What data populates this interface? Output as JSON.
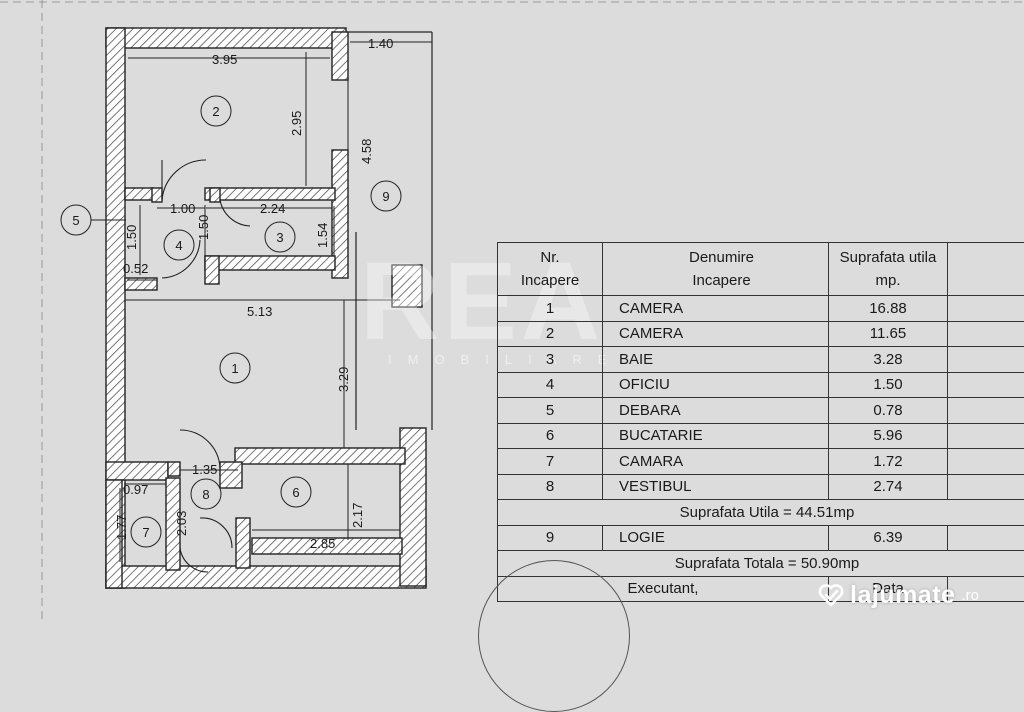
{
  "rooms": {
    "r1": "1",
    "r2": "2",
    "r3": "3",
    "r4": "4",
    "r5": "5",
    "r6": "6",
    "r7": "7",
    "r8": "8",
    "r9": "9"
  },
  "dimensions": {
    "d_395": "3.95",
    "d_140": "1.40",
    "d_295": "2.95",
    "d_458": "4.58",
    "d_100": "1.00",
    "d_224": "2.24",
    "d_150a": "1.50",
    "d_150b": "1.50",
    "d_154": "1.54",
    "d_052": "0.52",
    "d_513": "5.13",
    "d_329": "3.29",
    "d_135": "1.35",
    "d_097": "0.97",
    "d_177": "1.77",
    "d_203": "2.03",
    "d_217": "2.17",
    "d_285": "2.85"
  },
  "table": {
    "header": {
      "nr_l1": "Nr.",
      "nr_l2": "Incapere",
      "name_l1": "Denumire",
      "name_l2": "Incapere",
      "area_l1": "Suprafata utila",
      "area_l2": "mp."
    },
    "rows": [
      {
        "nr": "1",
        "name": "CAMERA",
        "area": "16.88"
      },
      {
        "nr": "2",
        "name": "CAMERA",
        "area": "11.65"
      },
      {
        "nr": "3",
        "name": "BAIE",
        "area": "3.28"
      },
      {
        "nr": "4",
        "name": "OFICIU",
        "area": "1.50"
      },
      {
        "nr": "5",
        "name": "DEBARA",
        "area": "0.78"
      },
      {
        "nr": "6",
        "name": "BUCATARIE",
        "area": "5.96"
      },
      {
        "nr": "7",
        "name": "CAMARA",
        "area": "1.72"
      },
      {
        "nr": "8",
        "name": "VESTIBUL",
        "area": "2.74"
      }
    ],
    "suprafata_utila": "Suprafata Utila = 44.51mp",
    "logie": {
      "nr": "9",
      "name": "LOGIE",
      "area": "6.39"
    },
    "suprafata_totala": "Suprafata Totala = 50.90mp",
    "executant": "Executant,",
    "data": "Data"
  },
  "watermark": {
    "main": "REA",
    "sub": "IMOBILIARE"
  },
  "logo": {
    "name": "lajumate",
    "tld": ".ro"
  },
  "colors": {
    "wall": "#ffffff",
    "hatch": "#555555",
    "line": "#222222",
    "background": "#dcdcdc"
  }
}
